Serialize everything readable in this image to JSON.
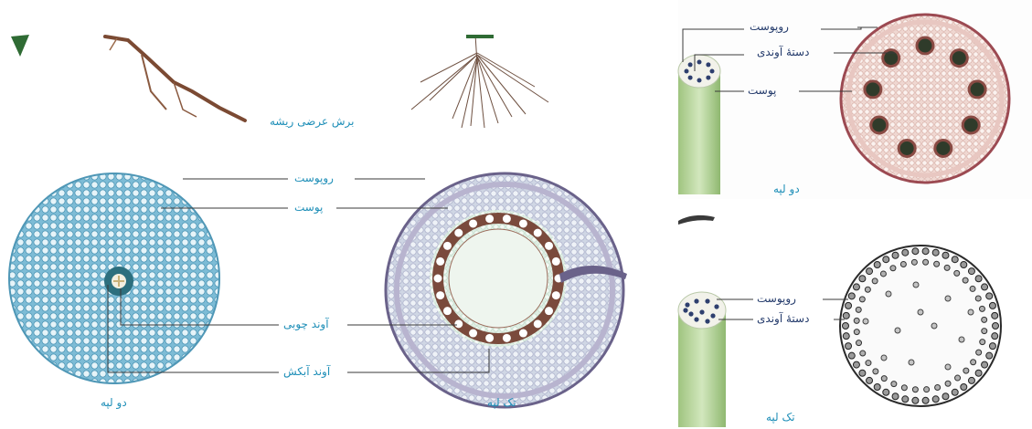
{
  "root_panel": {
    "section_title": "برش عرضی ریشه",
    "labels": {
      "epidermis": "روپوست",
      "cortex": "پوست",
      "xylem": "آوند چوبی",
      "phloem": "آوند آبکش"
    },
    "caption_dicot": "دو لپه",
    "caption_monocot": "تک لپه"
  },
  "dicot_stem_panel": {
    "labels": {
      "epidermis": "روپوست",
      "vascular_bundle": "دستهٔ آوندی",
      "cortex": "پوست"
    },
    "caption": "دو لپه"
  },
  "monocot_stem_panel": {
    "labels": {
      "epidermis": "روپوست",
      "vascular_bundle": "دستهٔ آوندی"
    },
    "caption": "تک لپه"
  },
  "colors": {
    "label_text": "#1f8fb8",
    "leader_line": "#3a3a3a",
    "dicot_root_tissue": "#5ba6c4",
    "monocot_root_tissue": "#b8b4cf",
    "dicot_stem_tissue": "#e4b8b0",
    "cylinder_green": "#b9d79a"
  }
}
